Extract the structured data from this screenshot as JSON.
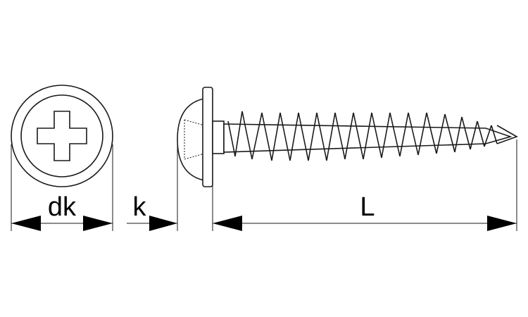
{
  "diagram": {
    "labels": {
      "head_diameter": "dk",
      "head_height": "k",
      "length": "L"
    },
    "colors": {
      "line": "#1a1a1a",
      "background": "#ffffff"
    }
  }
}
